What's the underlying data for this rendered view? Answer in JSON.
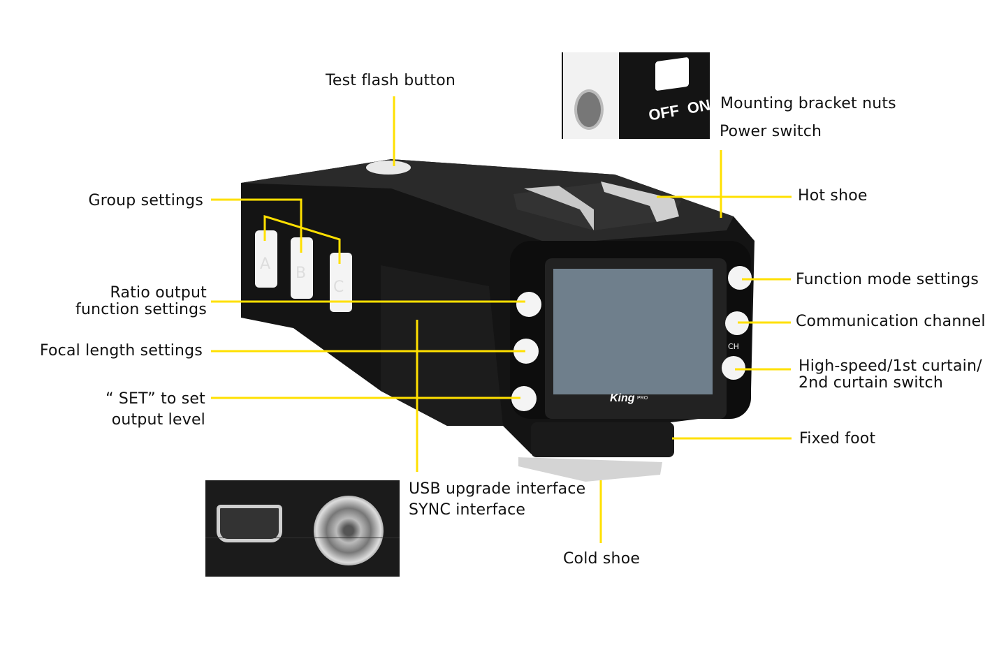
{
  "labels": {
    "test_flash": "Test flash button",
    "mounting_nuts": "Mounting bracket nuts",
    "power_switch": "Power switch",
    "hot_shoe": "Hot shoe",
    "group_settings": "Group settings",
    "ratio_line1": "Ratio output",
    "ratio_line2": "function settings",
    "focal_length": "Focal length settings",
    "set_line1": "“ SET”   to set",
    "set_line2": "output level",
    "function_mode": "Function mode settings",
    "comm_channel": "Communication channel",
    "highspeed_line1": "High-speed/1st curtain/",
    "highspeed_line2": "2nd curtain switch",
    "fixed_foot": "Fixed foot",
    "usb": "USB upgrade interface",
    "sync": "SYNC interface",
    "cold_shoe": "Cold shoe"
  },
  "device": {
    "group_buttons": [
      "A",
      "B",
      "C"
    ],
    "brand": "King",
    "brand_sup": "PRO",
    "ch_label": "CH",
    "switch_off": "OFF",
    "switch_on": "ON"
  },
  "colors": {
    "leader": "#FFE000",
    "body": "#141414",
    "screen": "#6f7f8c"
  }
}
